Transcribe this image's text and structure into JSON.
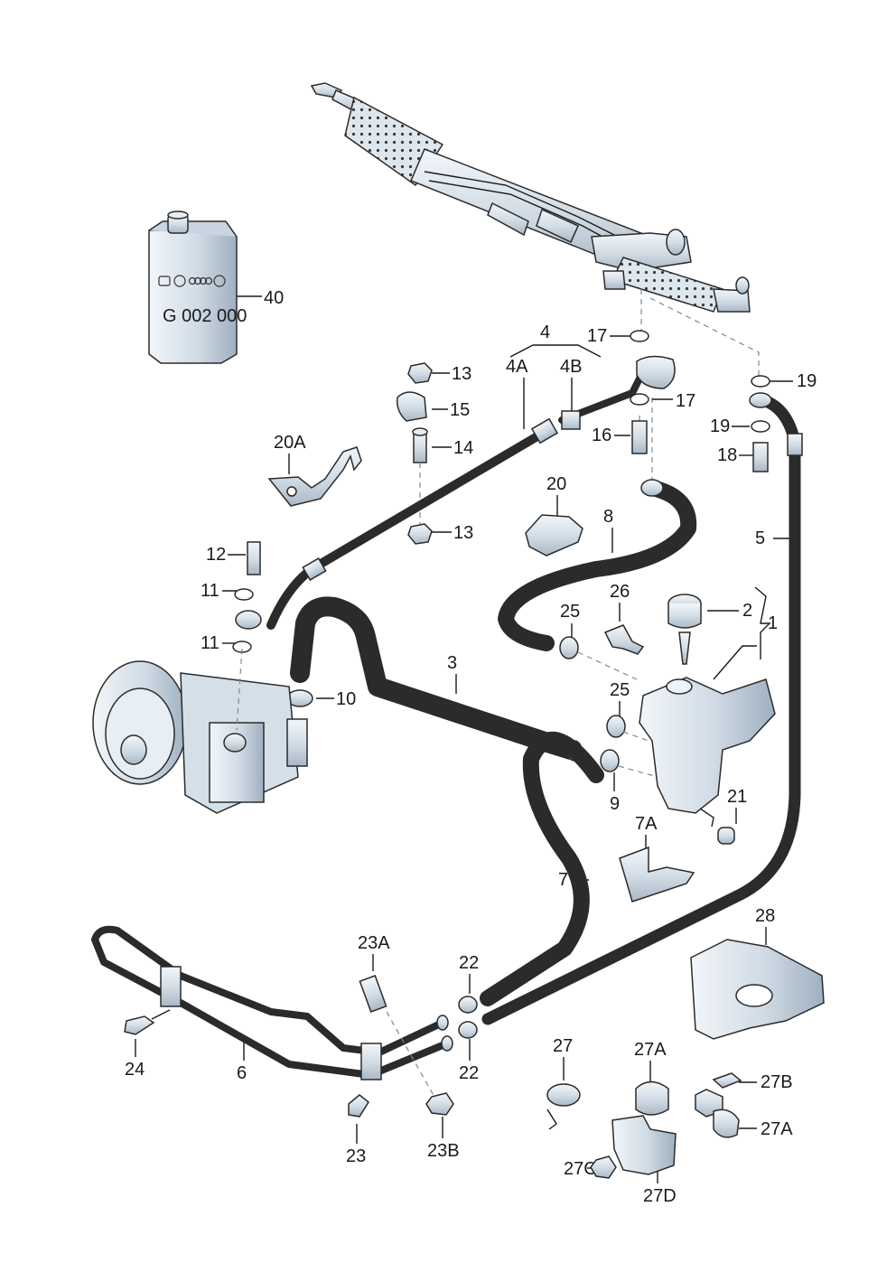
{
  "callouts": {
    "c1": "1",
    "c2": "2",
    "c3": "3",
    "c4": "4",
    "c4a": "4A",
    "c4b": "4B",
    "c5": "5",
    "c6": "6",
    "c7": "7",
    "c7a": "7A",
    "c8": "8",
    "c9": "9",
    "c10": "10",
    "c11a": "11",
    "c11b": "11",
    "c12": "12",
    "c13a": "13",
    "c13b": "13",
    "c14": "14",
    "c15": "15",
    "c16": "16",
    "c17a": "17",
    "c17b": "17",
    "c18": "18",
    "c19a": "19",
    "c19b": "19",
    "c20": "20",
    "c20a": "20A",
    "c21": "21",
    "c22a": "22",
    "c22b": "22",
    "c23": "23",
    "c23a": "23A",
    "c23b": "23B",
    "c24": "24",
    "c25a": "25",
    "c25b": "25",
    "c26": "26",
    "c27": "27",
    "c27a1": "27A",
    "c27a2": "27A",
    "c27b": "27B",
    "c27c": "27C",
    "c27d": "27D",
    "c28": "28",
    "c40": "40"
  },
  "can": {
    "label": "G 002 000"
  },
  "colors": {
    "part_fill": "#dde6ee",
    "part_shade": "#b9c7d4",
    "line": "#1a1a1a",
    "dash": "#7a8a99",
    "dot": "#c9d6e2"
  }
}
